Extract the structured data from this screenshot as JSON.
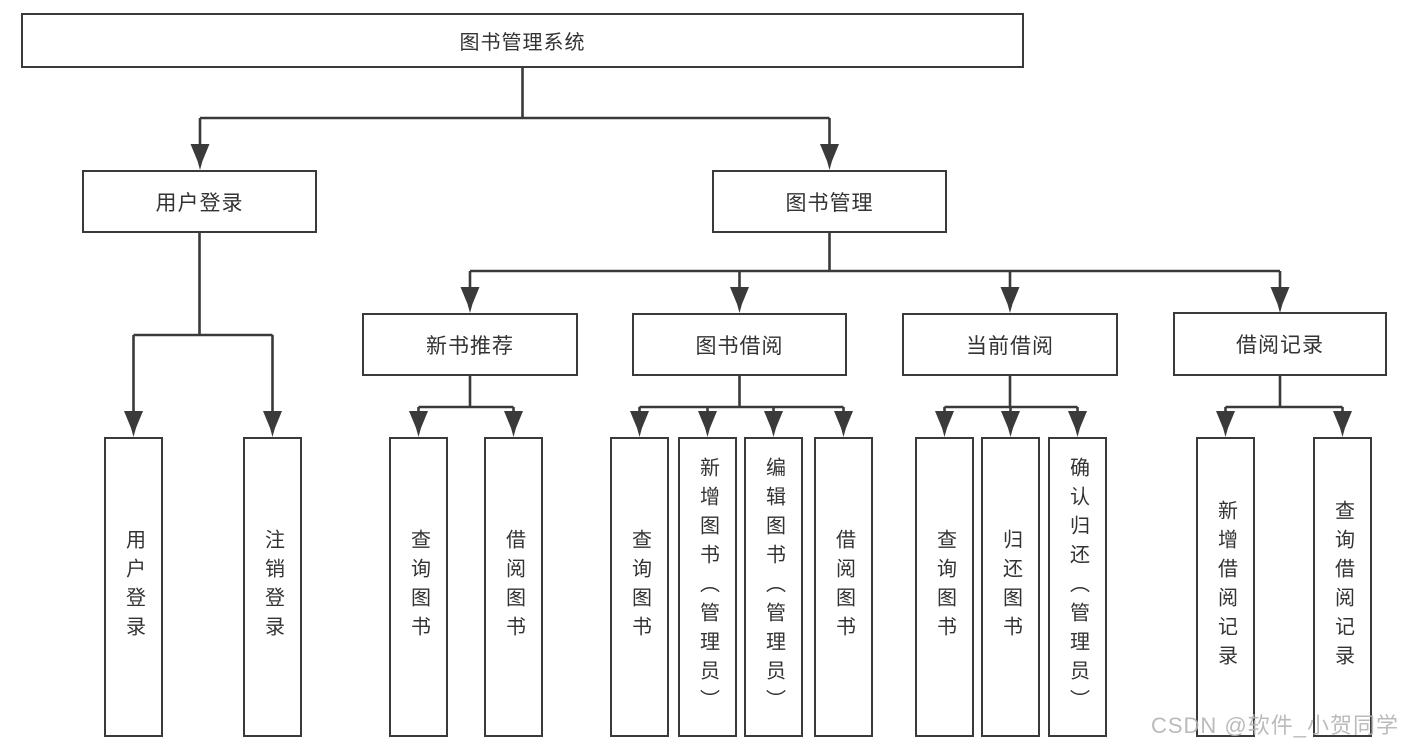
{
  "title": "图书管理系统",
  "colors": {
    "line": "#3a3a3a",
    "text": "#333333",
    "box_background": "#ffffff",
    "page_background": "#ffffff",
    "watermark": "#b4b4b4"
  },
  "tree": {
    "root": "图书管理系统",
    "branches": [
      {
        "label": "用户登录",
        "children": [
          "用户登录",
          "注销登录"
        ]
      },
      {
        "label": "图书管理",
        "children": [
          {
            "label": "新书推荐",
            "children": [
              "查询图书",
              "借阅图书"
            ]
          },
          {
            "label": "图书借阅",
            "children": [
              "查询图书",
              "新增图书（管理员）",
              "编辑图书（管理员）",
              "借阅图书"
            ]
          },
          {
            "label": "当前借阅",
            "children": [
              "查询图书",
              "归还图书",
              "确认归还（管理员）"
            ]
          },
          {
            "label": "借阅记录",
            "children": [
              "新增借阅记录",
              "查询借阅记录"
            ]
          }
        ]
      }
    ]
  },
  "watermark": "CSDN @软件_小贺同学"
}
